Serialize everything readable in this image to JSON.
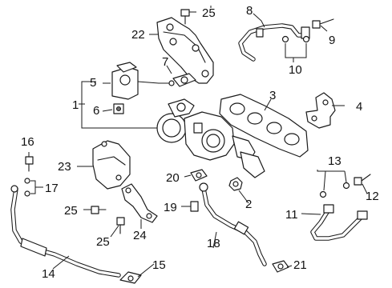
{
  "callouts": [
    {
      "id": "1",
      "text": "1"
    },
    {
      "id": "2",
      "text": "2"
    },
    {
      "id": "3",
      "text": "3"
    },
    {
      "id": "4",
      "text": "4"
    },
    {
      "id": "5",
      "text": "5"
    },
    {
      "id": "6",
      "text": "6"
    },
    {
      "id": "7",
      "text": "7"
    },
    {
      "id": "8",
      "text": "8"
    },
    {
      "id": "9",
      "text": "9"
    },
    {
      "id": "10",
      "text": "10"
    },
    {
      "id": "11",
      "text": "11"
    },
    {
      "id": "12",
      "text": "12"
    },
    {
      "id": "13",
      "text": "13"
    },
    {
      "id": "14",
      "text": "14"
    },
    {
      "id": "15",
      "text": "15"
    },
    {
      "id": "16",
      "text": "16"
    },
    {
      "id": "17",
      "text": "17"
    },
    {
      "id": "18",
      "text": "18"
    },
    {
      "id": "19",
      "text": "19"
    },
    {
      "id": "20",
      "text": "20"
    },
    {
      "id": "21",
      "text": "21"
    },
    {
      "id": "22",
      "text": "22"
    },
    {
      "id": "23",
      "text": "23"
    },
    {
      "id": "24",
      "text": "24"
    },
    {
      "id": "25a",
      "text": "25"
    },
    {
      "id": "25b",
      "text": "25"
    },
    {
      "id": "25c",
      "text": "25"
    }
  ]
}
